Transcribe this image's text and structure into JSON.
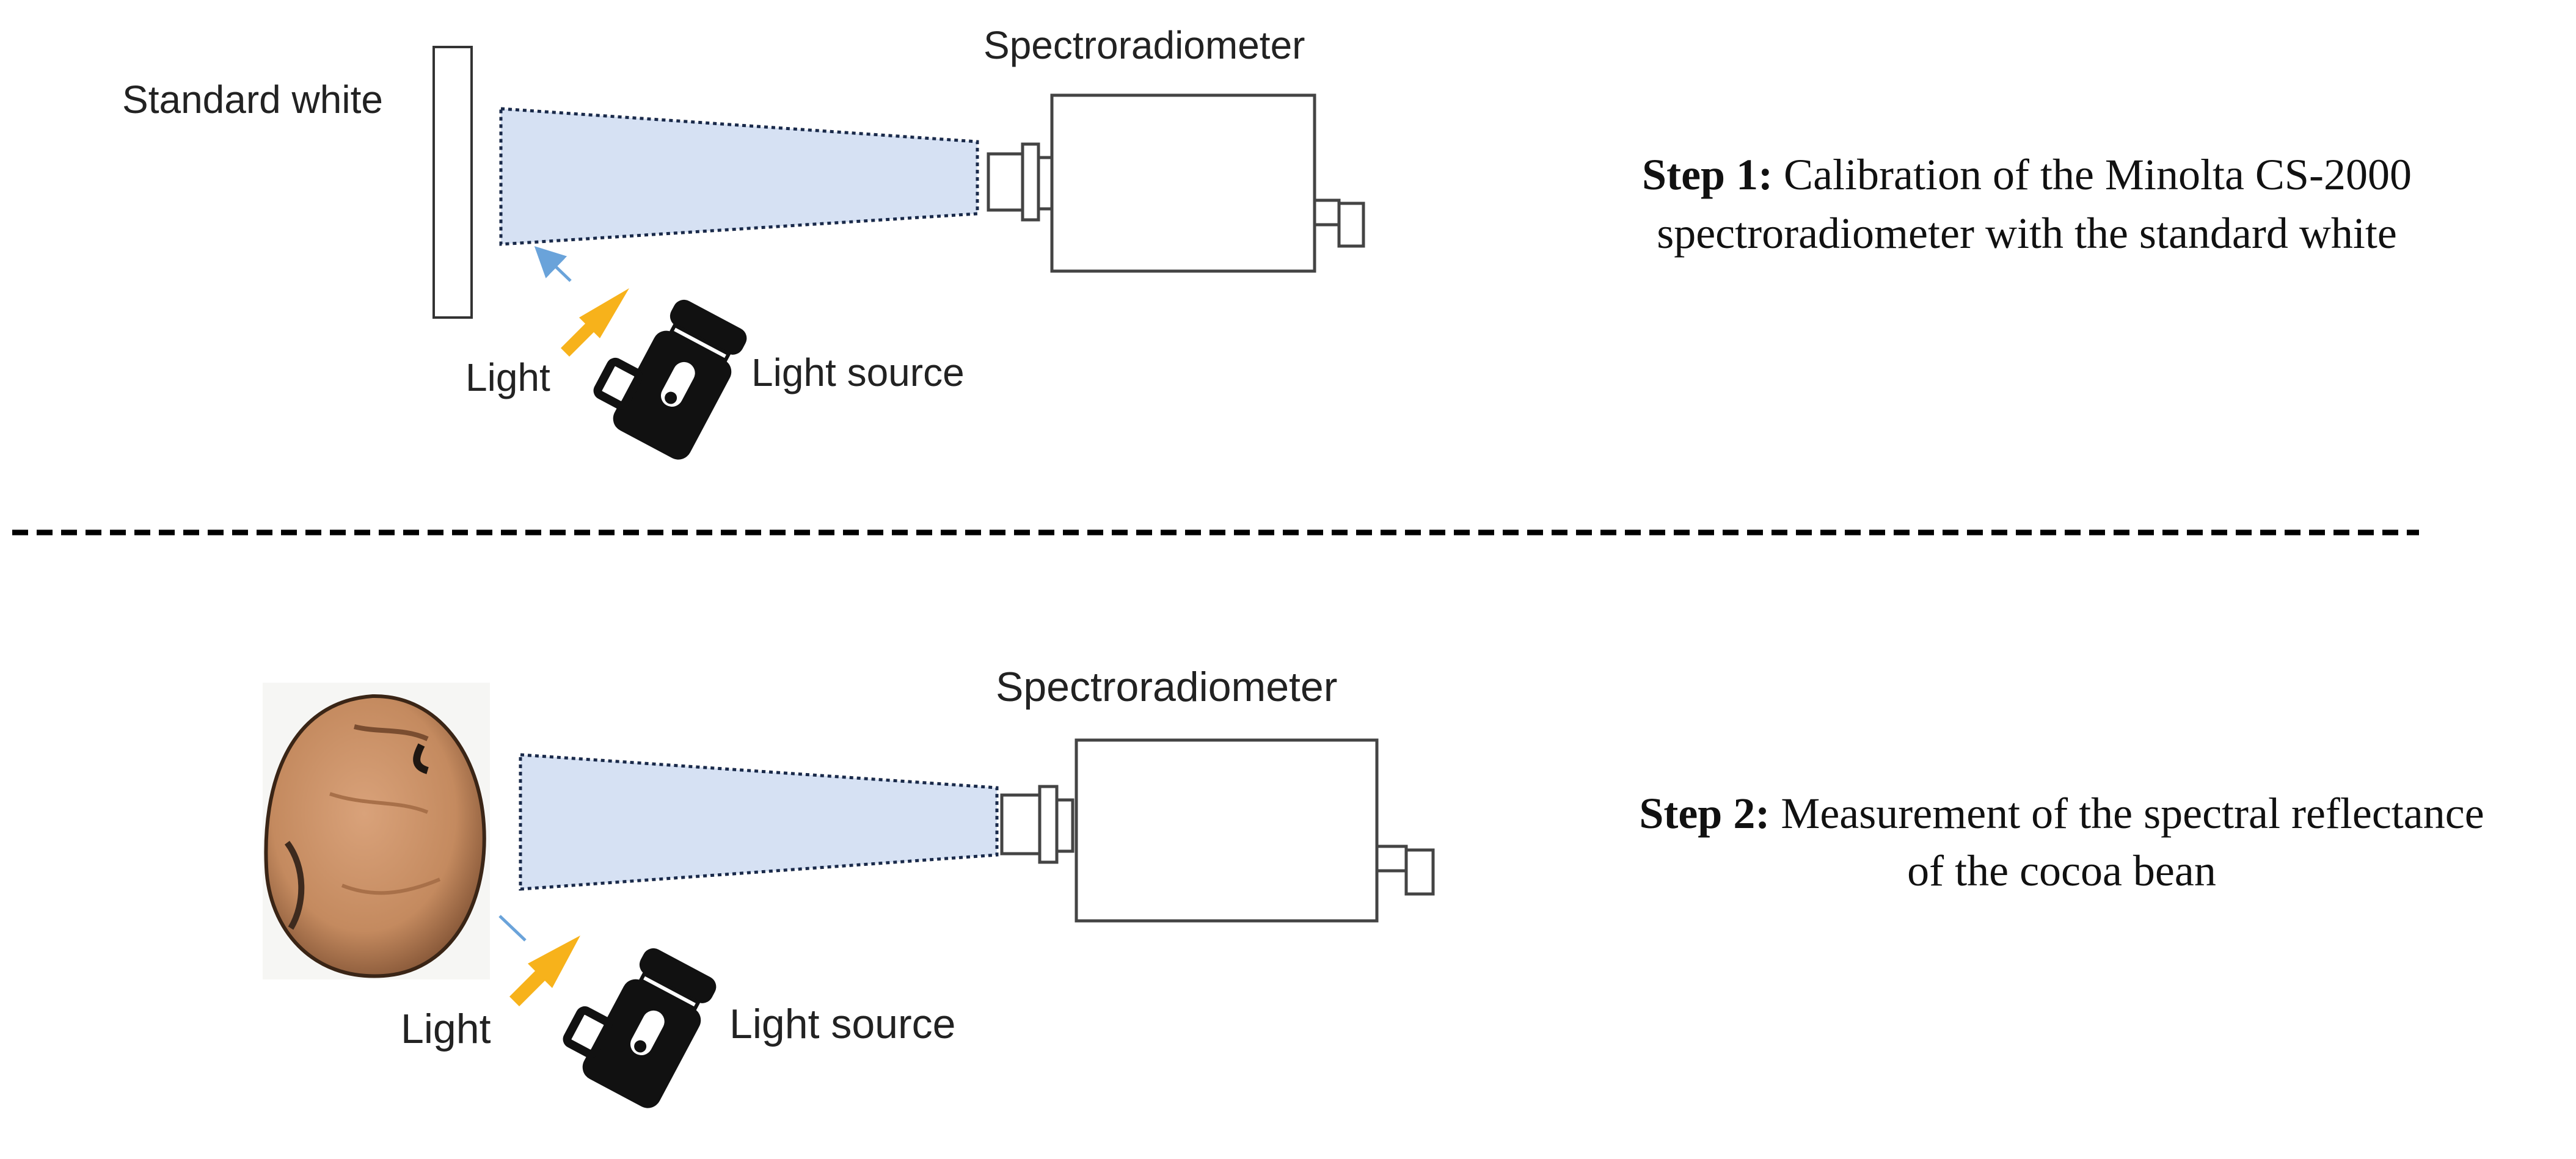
{
  "step1": {
    "standard_white_label": "Standard white",
    "spectroradiometer_label": "Spectroradiometer",
    "light_label": "Light",
    "light_source_label": "Light source",
    "caption_bold": "Step 1:",
    "caption_line1": "Calibration of the Minolta CS-2000",
    "caption_line2": "spectroradiometer with the standard white"
  },
  "step2": {
    "spectroradiometer_label": "Spectroradiometer",
    "light_label": "Light",
    "light_source_label": "Light source",
    "caption_bold": "Step 2:",
    "caption_line1": "Measurement of the spectral reflectance",
    "caption_line2": "of the cocoa bean"
  },
  "colors": {
    "beam_fill": "#d6e1f3",
    "light_arrow": "#f7b21b",
    "thin_arrow": "#6aa3da",
    "bean": "#c99066"
  }
}
